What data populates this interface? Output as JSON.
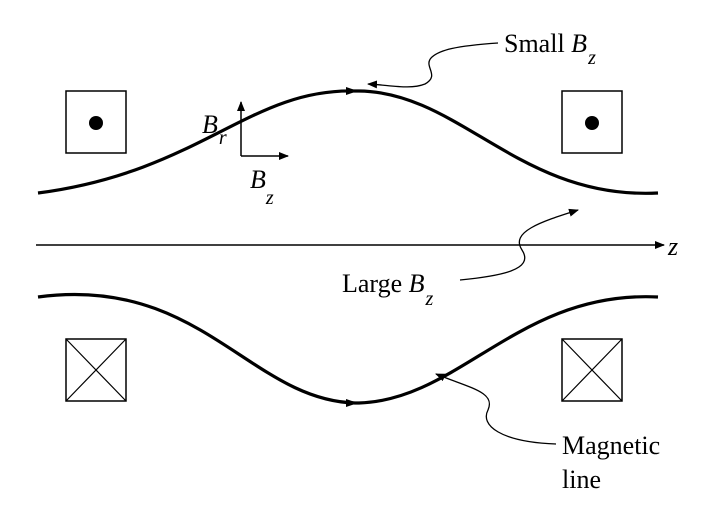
{
  "labels": {
    "small_text": "Small ",
    "large_text": "Large ",
    "b_symbol": "B",
    "sub_z": "z",
    "sub_r": "r",
    "axis_z": "z",
    "magnetic_line_1": "Magnetic",
    "magnetic_line_2": "line"
  },
  "symbols": {
    "coil_top_left": "current-out-of-page",
    "coil_top_right": "current-out-of-page",
    "coil_bottom_left": "current-into-page",
    "coil_bottom_right": "current-into-page"
  }
}
